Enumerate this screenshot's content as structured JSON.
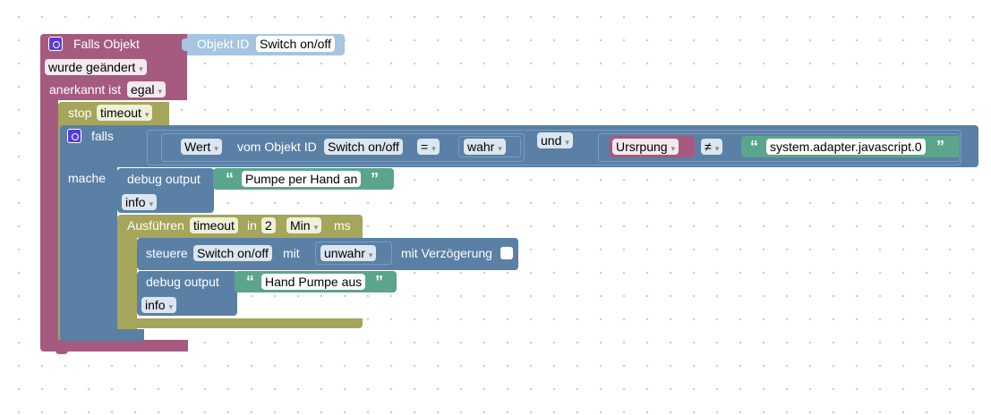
{
  "trigger": {
    "title": "Falls Objekt",
    "objekt_id_label": "Objekt ID",
    "objekt_id_value": "Switch on/off",
    "change_value": "wurde geändert",
    "ack_label": "anerkannt ist",
    "ack_value": "egal"
  },
  "stop": {
    "label": "stop",
    "value": "timeout"
  },
  "if_block": {
    "falls_label": "falls",
    "mache_label": "mache",
    "wert_value": "Wert",
    "vom_objekt_label": "vom Objekt ID",
    "objekt_value": "Switch on/off",
    "eq_op": "=",
    "wahr_value": "wahr",
    "und_value": "und",
    "ursprung_value": "Ursrpung",
    "neq_op": "≠",
    "adapter_value": "system.adapter.javascript.0"
  },
  "debug1": {
    "label": "debug output",
    "text": "Pumpe per Hand an",
    "level": "info"
  },
  "timeout_block": {
    "label": "Ausführen",
    "name_value": "timeout",
    "in_label": "in",
    "amount_value": "2",
    "unit_value": "Min",
    "ms_label": "ms"
  },
  "control": {
    "label": "steuere",
    "target_value": "Switch on/off",
    "mit_label": "mit",
    "value": "unwahr",
    "delay_label": "mit Verzögerung"
  },
  "debug2": {
    "label": "debug output",
    "text": "Hand Pumpe aus",
    "level": "info"
  },
  "icons": {
    "gear": "gear-icon",
    "quote_open": "“",
    "quote_close": "”",
    "dropdown": "▾"
  }
}
